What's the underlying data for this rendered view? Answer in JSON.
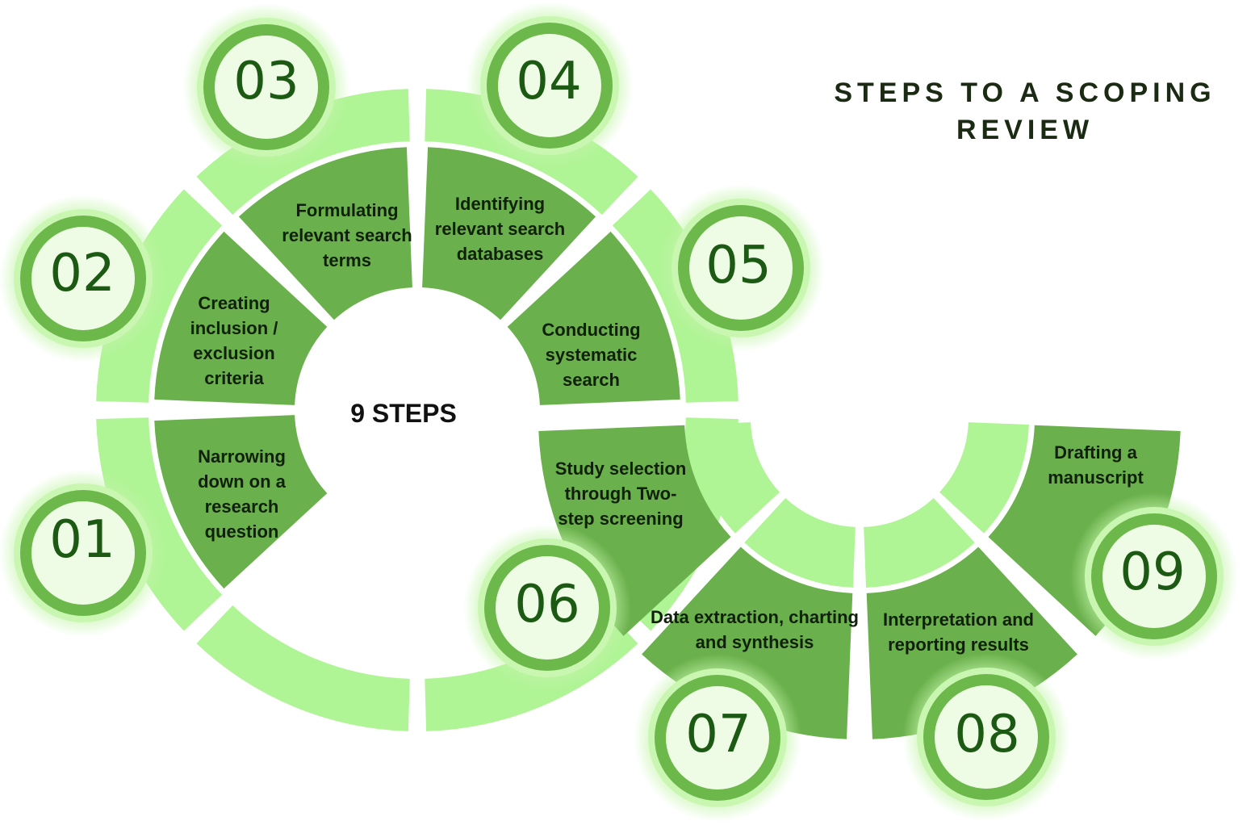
{
  "title": "STEPS TO A SCOPING REVIEW",
  "center_label": "9 STEPS",
  "steps": [
    {
      "number": "01",
      "label": "Narrowing down on a research question"
    },
    {
      "number": "02",
      "label": "Creating inclusion / exclusion criteria"
    },
    {
      "number": "03",
      "label": "Formulating relevant search terms"
    },
    {
      "number": "04",
      "label": "Identifying relevant search databases"
    },
    {
      "number": "05",
      "label": "Conducting systematic search"
    },
    {
      "number": "06",
      "label": "Study selection through Two-step screening"
    },
    {
      "number": "07",
      "label": "Data extraction, charting and synthesis"
    },
    {
      "number": "08",
      "label": "Interpretation and reporting results"
    },
    {
      "number": "09",
      "label": "Drafting a manuscript"
    }
  ],
  "colors": {
    "segment": "#6ab04c",
    "ring": "#aff495",
    "circle_fill": "#eefbe5",
    "circle_ring": "#6cb84a",
    "number_text": "#1c5a14"
  }
}
